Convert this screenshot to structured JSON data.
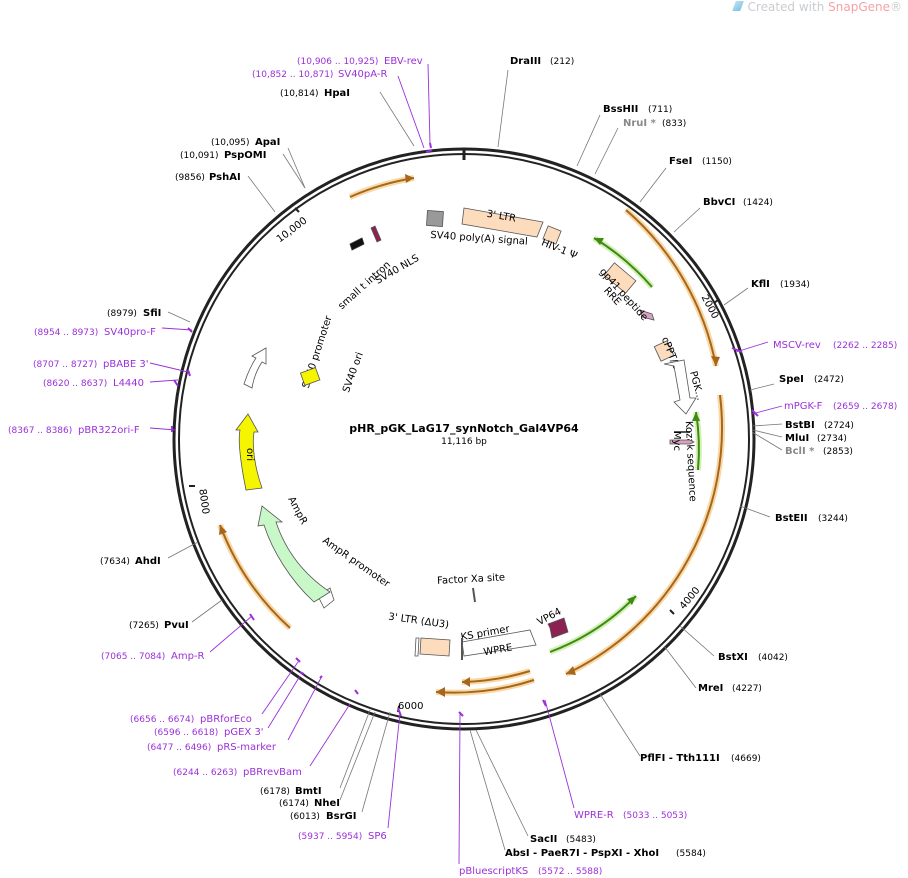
{
  "watermark": {
    "prefix": "Created with ",
    "brand": "SnapGene",
    "reg": "®"
  },
  "plasmid": {
    "name": "pHR_pGK_LaG17_synNotch_Gal4VP64",
    "size": "11,116 bp"
  },
  "ticks": {
    "t2000": "2000",
    "t4000": "4000",
    "t6000": "6000",
    "t8000": "8000",
    "t10000": "10,000"
  },
  "enzymes": {
    "draiii": {
      "name": "DraIII",
      "pos": "(212)"
    },
    "bsshii": {
      "name": "BssHII",
      "pos": "(711)"
    },
    "nrui": {
      "name": "NruI *",
      "pos": "(833)"
    },
    "fsei": {
      "name": "FseI",
      "pos": "(1150)"
    },
    "bbvci": {
      "name": "BbvCI",
      "pos": "(1424)"
    },
    "kfli": {
      "name": "KflI",
      "pos": "(1934)"
    },
    "spei": {
      "name": "SpeI",
      "pos": "(2472)"
    },
    "bstbi": {
      "name": "BstBI",
      "pos": "(2724)"
    },
    "mlui": {
      "name": "MluI",
      "pos": "(2734)"
    },
    "bcli": {
      "name": "BclI *",
      "pos": "(2853)"
    },
    "bsteii": {
      "name": "BstEII",
      "pos": "(3244)"
    },
    "bstxi": {
      "name": "BstXI",
      "pos": "(4042)"
    },
    "mrei": {
      "name": "MreI",
      "pos": "(4227)"
    },
    "pflfi": {
      "name": "PflFI",
      "sep": " - ",
      "name2": "Tth111I",
      "pos": "(4669)"
    },
    "sacii": {
      "name": "SacII",
      "pos": "(5483)"
    },
    "absi": {
      "name": "AbsI",
      "n2": "PaeR7I",
      "n3": "PspXI",
      "n4": "XhoI",
      "pos": "(5584)"
    },
    "bsrgi": {
      "name": "BsrGI",
      "pos": "(6013)"
    },
    "nhei": {
      "name": "NheI",
      "pos": "(6174)"
    },
    "bmti": {
      "name": "BmtI",
      "pos": "(6178)"
    },
    "pvui": {
      "name": "PvuI",
      "pos": "(7265)"
    },
    "ahdi": {
      "name": "AhdI",
      "pos": "(7634)"
    },
    "sfii": {
      "name": "SfiI",
      "pos": "(8979)"
    },
    "pshai": {
      "name": "PshAI",
      "pos": "(9856)"
    },
    "pspomi": {
      "name": "PspOMI",
      "pos": "(10,091)"
    },
    "apai": {
      "name": "ApaI",
      "pos": "(10,095)"
    },
    "hpai": {
      "name": "HpaI",
      "pos": "(10,814)"
    }
  },
  "primers": {
    "ebvrev": {
      "name": "EBV-rev",
      "pos": "(10,906 .. 10,925)"
    },
    "sv40pa": {
      "name": "SV40pA-R",
      "pos": "(10,852 .. 10,871)"
    },
    "mscv": {
      "name": "MSCV-rev",
      "pos": "(2262 .. 2285)"
    },
    "mpgk": {
      "name": "mPGK-F",
      "pos": "(2659 .. 2678)"
    },
    "wprer": {
      "name": "WPRE-R",
      "pos": "(5033 .. 5053)"
    },
    "pbks": {
      "name": "pBluescriptKS",
      "pos": "(5572 .. 5588)"
    },
    "sp6": {
      "name": "SP6",
      "pos": "(5937 .. 5954)"
    },
    "pbrrevbam": {
      "name": "pBRrevBam",
      "pos": "(6244 .. 6263)"
    },
    "prsmarker": {
      "name": "pRS-marker",
      "pos": "(6477 .. 6496)"
    },
    "pgex3": {
      "name": "pGEX 3'",
      "pos": "(6596 .. 6618)"
    },
    "pbrforeco": {
      "name": "pBRforEco",
      "pos": "(6656 .. 6674)"
    },
    "ampr": {
      "name": "Amp-R",
      "pos": "(7065 .. 7084)"
    },
    "pbr322": {
      "name": "pBR322ori-F",
      "pos": "(8367 .. 8386)"
    },
    "l4440": {
      "name": "L4440",
      "pos": "(8620 .. 8637)"
    },
    "pbabe": {
      "name": "pBABE 3'",
      "pos": "(8707 .. 8727)"
    },
    "sv40pro": {
      "name": "SV40pro-F",
      "pos": "(8954 .. 8973)"
    }
  },
  "features": {
    "ltr3": "3' LTR",
    "sv40polya": "SV40 poly(A) signal",
    "hiv1psi": "HIV-1 Ψ",
    "rre": "RRE",
    "gp41": "gp41 peptide",
    "cppt": "cPPT/CTS",
    "pgk": "PGK...",
    "kozak": "Kozak sequence",
    "myc": "Myc",
    "factorxa": "Factor Xa site",
    "vp64": "VP64",
    "ksprimer": "KS primer",
    "wpre": "WPRE",
    "ltr3du3": "3' LTR (ΔU3)",
    "amprpromoter": "AmpR promoter",
    "ampr": "AmpR",
    "ori": "ori",
    "sv40promoter": "SV40 promoter",
    "sv40ori": "SV40 ori",
    "smalltintron": "small t intron",
    "sv40nls": "SV40 NLS"
  },
  "colors": {
    "backbone": "#222222",
    "orf_orange": "#e89a2c",
    "orf_green": "#6ab82e",
    "primer": "#9b30d9",
    "ltr": "#fcdcbc",
    "ori": "#f5f500",
    "ampr": "#c8f7c8",
    "vp64": "#8b2252",
    "polya": "#999999"
  }
}
